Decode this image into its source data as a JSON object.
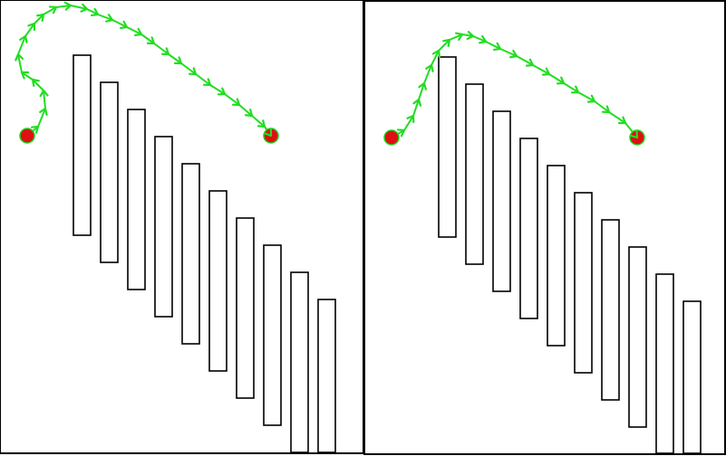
{
  "colors": {
    "background": "#ffffff",
    "border": "#000000",
    "obstacle_stroke": "#000000",
    "path": "#22dd22",
    "endpoint_fill": "#dd1111",
    "endpoint_ring": "#22cc22"
  },
  "panels": [
    {
      "id": "left",
      "name": "panel-left",
      "obstacle_count": 10,
      "start": [
        30,
        150
      ],
      "goal": [
        299,
        150
      ],
      "path": [
        [
          30,
          150
        ],
        [
          42,
          140
        ],
        [
          50,
          120
        ],
        [
          48,
          100
        ],
        [
          36,
          88
        ],
        [
          24,
          80
        ],
        [
          20,
          60
        ],
        [
          28,
          40
        ],
        [
          38,
          26
        ],
        [
          48,
          16
        ],
        [
          62,
          8
        ],
        [
          78,
          6
        ],
        [
          96,
          10
        ],
        [
          108,
          16
        ],
        [
          124,
          22
        ],
        [
          140,
          30
        ],
        [
          156,
          38
        ],
        [
          170,
          48
        ],
        [
          186,
          60
        ],
        [
          200,
          70
        ],
        [
          216,
          82
        ],
        [
          232,
          94
        ],
        [
          248,
          104
        ],
        [
          264,
          116
        ],
        [
          278,
          128
        ],
        [
          292,
          140
        ],
        [
          299,
          150
        ]
      ]
    },
    {
      "id": "right",
      "name": "panel-right",
      "obstacle_count": 10,
      "start": [
        432,
        152
      ],
      "goal": [
        703,
        152
      ],
      "path": [
        [
          432,
          152
        ],
        [
          446,
          144
        ],
        [
          456,
          128
        ],
        [
          462,
          110
        ],
        [
          468,
          92
        ],
        [
          476,
          72
        ],
        [
          484,
          56
        ],
        [
          496,
          44
        ],
        [
          510,
          38
        ],
        [
          522,
          40
        ],
        [
          536,
          46
        ],
        [
          552,
          54
        ],
        [
          570,
          62
        ],
        [
          588,
          72
        ],
        [
          606,
          82
        ],
        [
          622,
          92
        ],
        [
          638,
          102
        ],
        [
          656,
          112
        ],
        [
          672,
          124
        ],
        [
          690,
          136
        ],
        [
          703,
          152
        ]
      ]
    }
  ]
}
